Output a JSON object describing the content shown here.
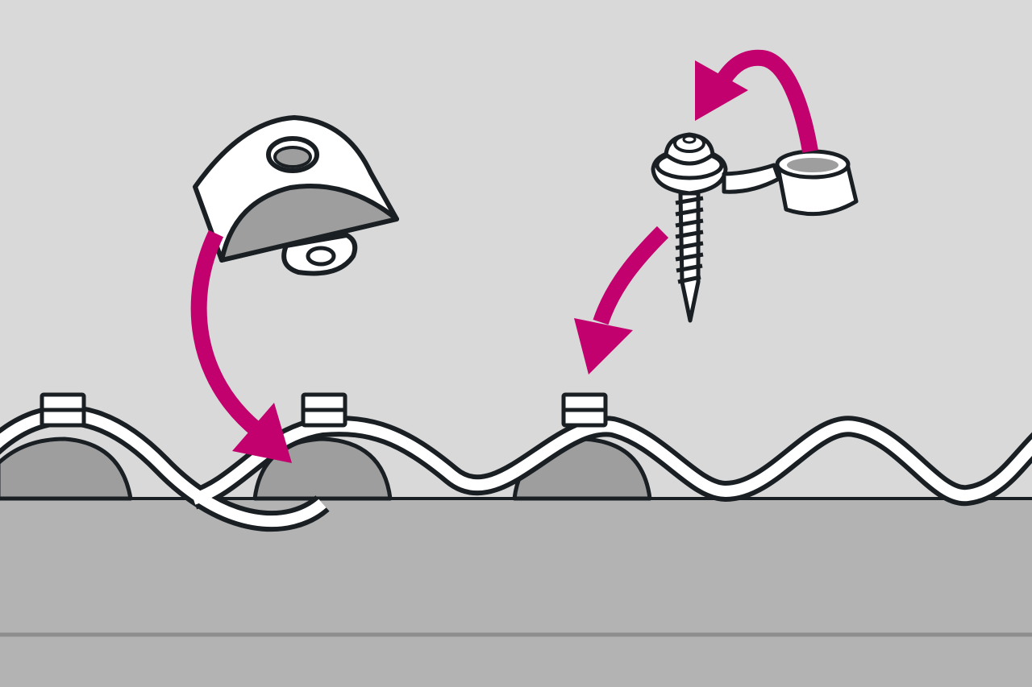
{
  "diagram": {
    "type": "installation-illustration",
    "steps": [
      {
        "name": "spacer-cap",
        "action": "place-over-corrugation-crest"
      },
      {
        "name": "sealing-screw",
        "action": "drive-through-crest"
      },
      {
        "name": "screw-cover-cap",
        "action": "snap-onto-screw-head"
      }
    ],
    "icons": [
      "spacer-cap-icon",
      "sealing-screw-icon",
      "screw-cover-cap-icon",
      "arrow-icon"
    ]
  },
  "colors": {
    "background": "#d9d9d9",
    "outline": "#1a1f24",
    "sheet_fill": "#ffffff",
    "purlin": "#b3b3b3",
    "purlin_line": "#8e8e8e",
    "shadow": "#9e9e9e",
    "arrow": "#c2006e"
  }
}
